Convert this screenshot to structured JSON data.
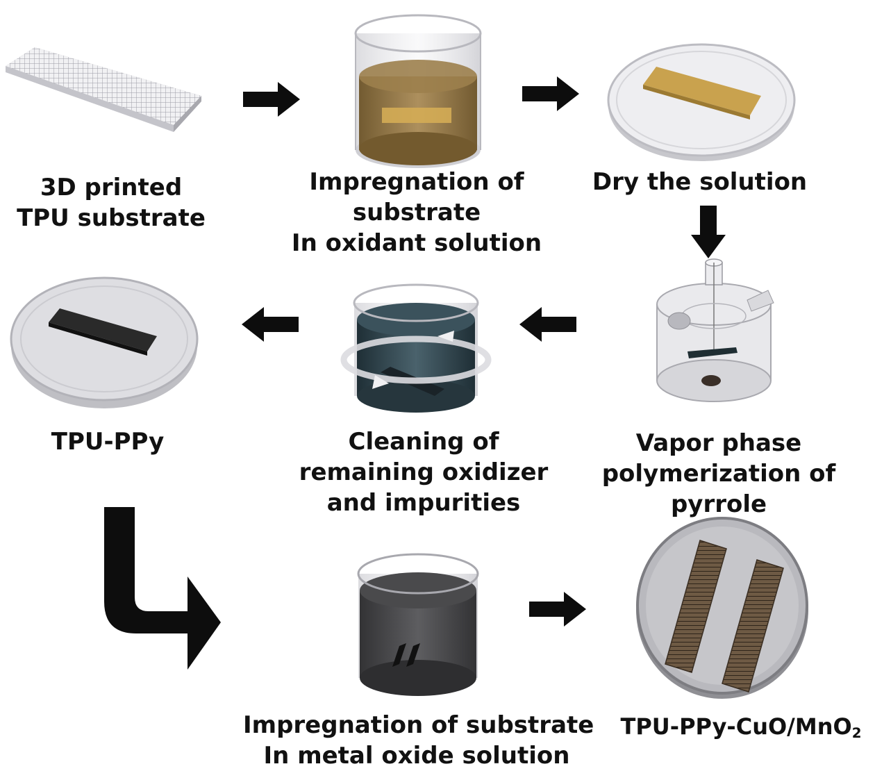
{
  "steps": {
    "tpu_substrate": {
      "lines": [
        "3D printed",
        "TPU substrate"
      ]
    },
    "impregnation_oxidant": {
      "lines": [
        "Impregnation of",
        "substrate",
        "In oxidant solution"
      ]
    },
    "dry": {
      "lines": [
        "Dry the solution"
      ]
    },
    "vapor_phase": {
      "lines": [
        "Vapor phase",
        "polymerization of",
        "pyrrole"
      ]
    },
    "cleaning": {
      "lines": [
        "Cleaning of",
        "remaining oxidizer",
        "and impurities"
      ]
    },
    "tpu_ppy": {
      "lines": [
        "TPU-PPy"
      ]
    },
    "impregnation_metal": {
      "lines": [
        "Impregnation of substrate",
        "In metal oxide solution"
      ]
    },
    "final": {
      "text_main": "TPU-PPy-CuO/MnO",
      "text_sub": "2"
    }
  },
  "colors": {
    "arrow": "#0d0d0d",
    "substrate_white": "#e9e9ec",
    "oxidant_brown": "#8a6a33",
    "strip_gold": "#c9a24e",
    "ppy_black": "#2a2a2a",
    "cleaning_teal": "#304550",
    "metal_oxide_dark": "#3a3a3a",
    "composite_brown": "#5c4a3a"
  }
}
